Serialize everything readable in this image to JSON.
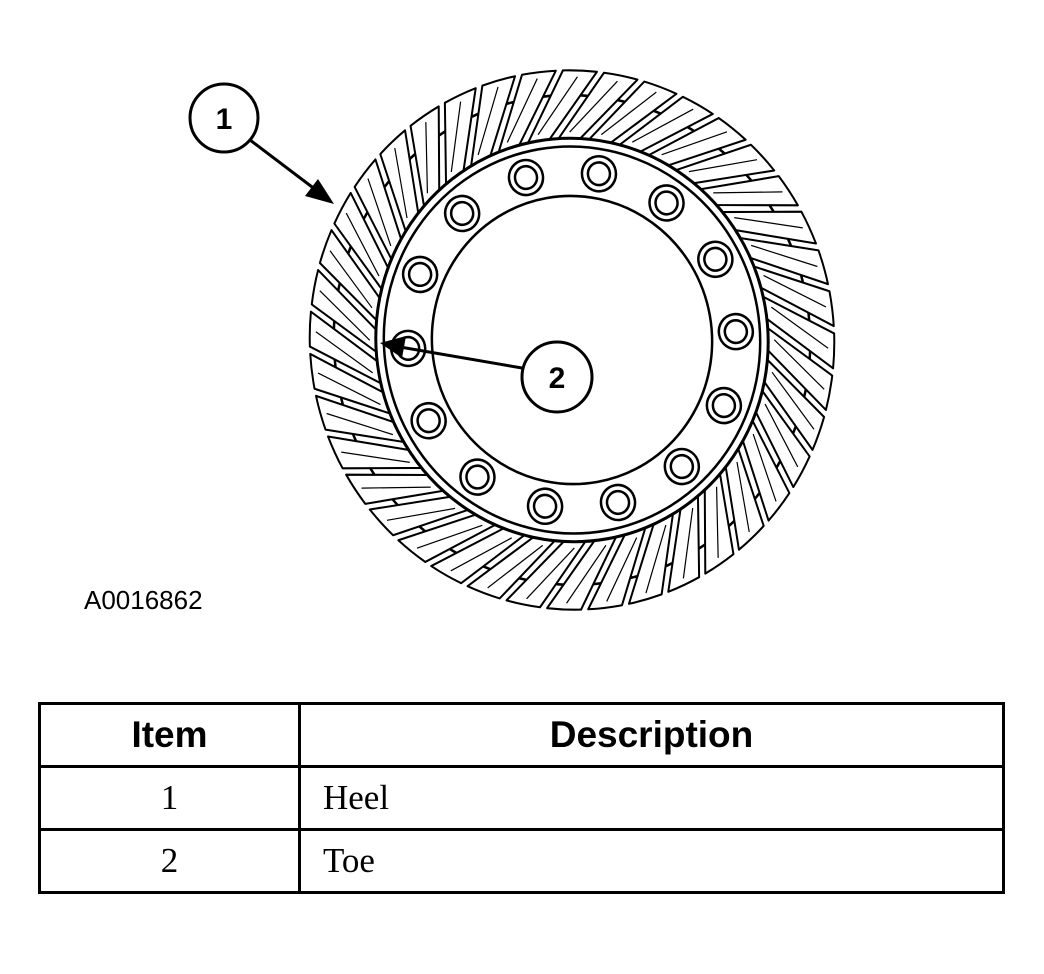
{
  "figure_id": "A0016862",
  "callouts": [
    {
      "label": "1"
    },
    {
      "label": "2"
    }
  ],
  "table": {
    "headers": {
      "item": "Item",
      "description": "Description"
    },
    "rows": [
      {
        "item": "1",
        "description": "Heel"
      },
      {
        "item": "2",
        "description": "Toe"
      }
    ]
  }
}
